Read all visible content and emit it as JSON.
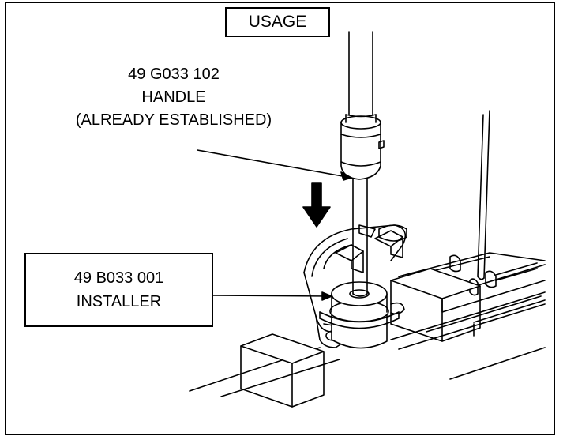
{
  "title": "USAGE",
  "handle_callout": {
    "part_number": "49 G033 102",
    "name": "HANDLE",
    "note": "(ALREADY ESTABLISHED)"
  },
  "installer_callout": {
    "part_number": "49 B033 001",
    "name": "INSTALLER"
  },
  "colors": {
    "ink": "#000000",
    "paper": "#ffffff"
  },
  "icons": [
    "down-arrow-icon"
  ]
}
